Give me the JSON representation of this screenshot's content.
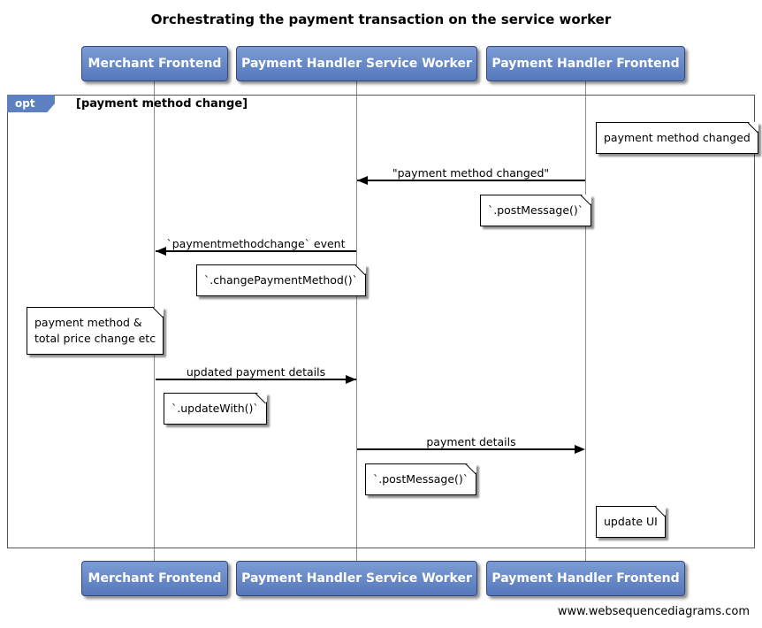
{
  "title": "Orchestrating the payment transaction on the service worker",
  "actors": [
    {
      "label": "Merchant Frontend"
    },
    {
      "label": "Payment Handler Service Worker"
    },
    {
      "label": "Payment Handler Frontend"
    }
  ],
  "fragment": {
    "operator": "opt",
    "condition": "[payment method change]"
  },
  "messages": [
    {
      "label": "\"payment method changed\"",
      "from": "Payment Handler Frontend",
      "to": "Payment Handler Service Worker",
      "direction": "left"
    },
    {
      "label": "`paymentmethodchange` event",
      "from": "Payment Handler Service Worker",
      "to": "Merchant Frontend",
      "direction": "left"
    },
    {
      "label": "updated payment details",
      "from": "Merchant Frontend",
      "to": "Payment Handler Service Worker",
      "direction": "right"
    },
    {
      "label": "payment details",
      "from": "Payment Handler Service Worker",
      "to": "Payment Handler Frontend",
      "direction": "right"
    }
  ],
  "notes": [
    {
      "text": "payment method changed"
    },
    {
      "text": "`.postMessage()`"
    },
    {
      "text": "`.changePaymentMethod()`"
    },
    {
      "text": "payment method &\ntotal price change etc"
    },
    {
      "text": "`.updateWith()`"
    },
    {
      "text": "`.postMessage()`"
    },
    {
      "text": "update UI"
    }
  ],
  "watermark": "www.websequencediagrams.com",
  "colors": {
    "actor_fill": "#5c80c1",
    "actor_border": "#33497a",
    "fragment_tab_fill": "#5c80c1",
    "line": "#000000"
  }
}
